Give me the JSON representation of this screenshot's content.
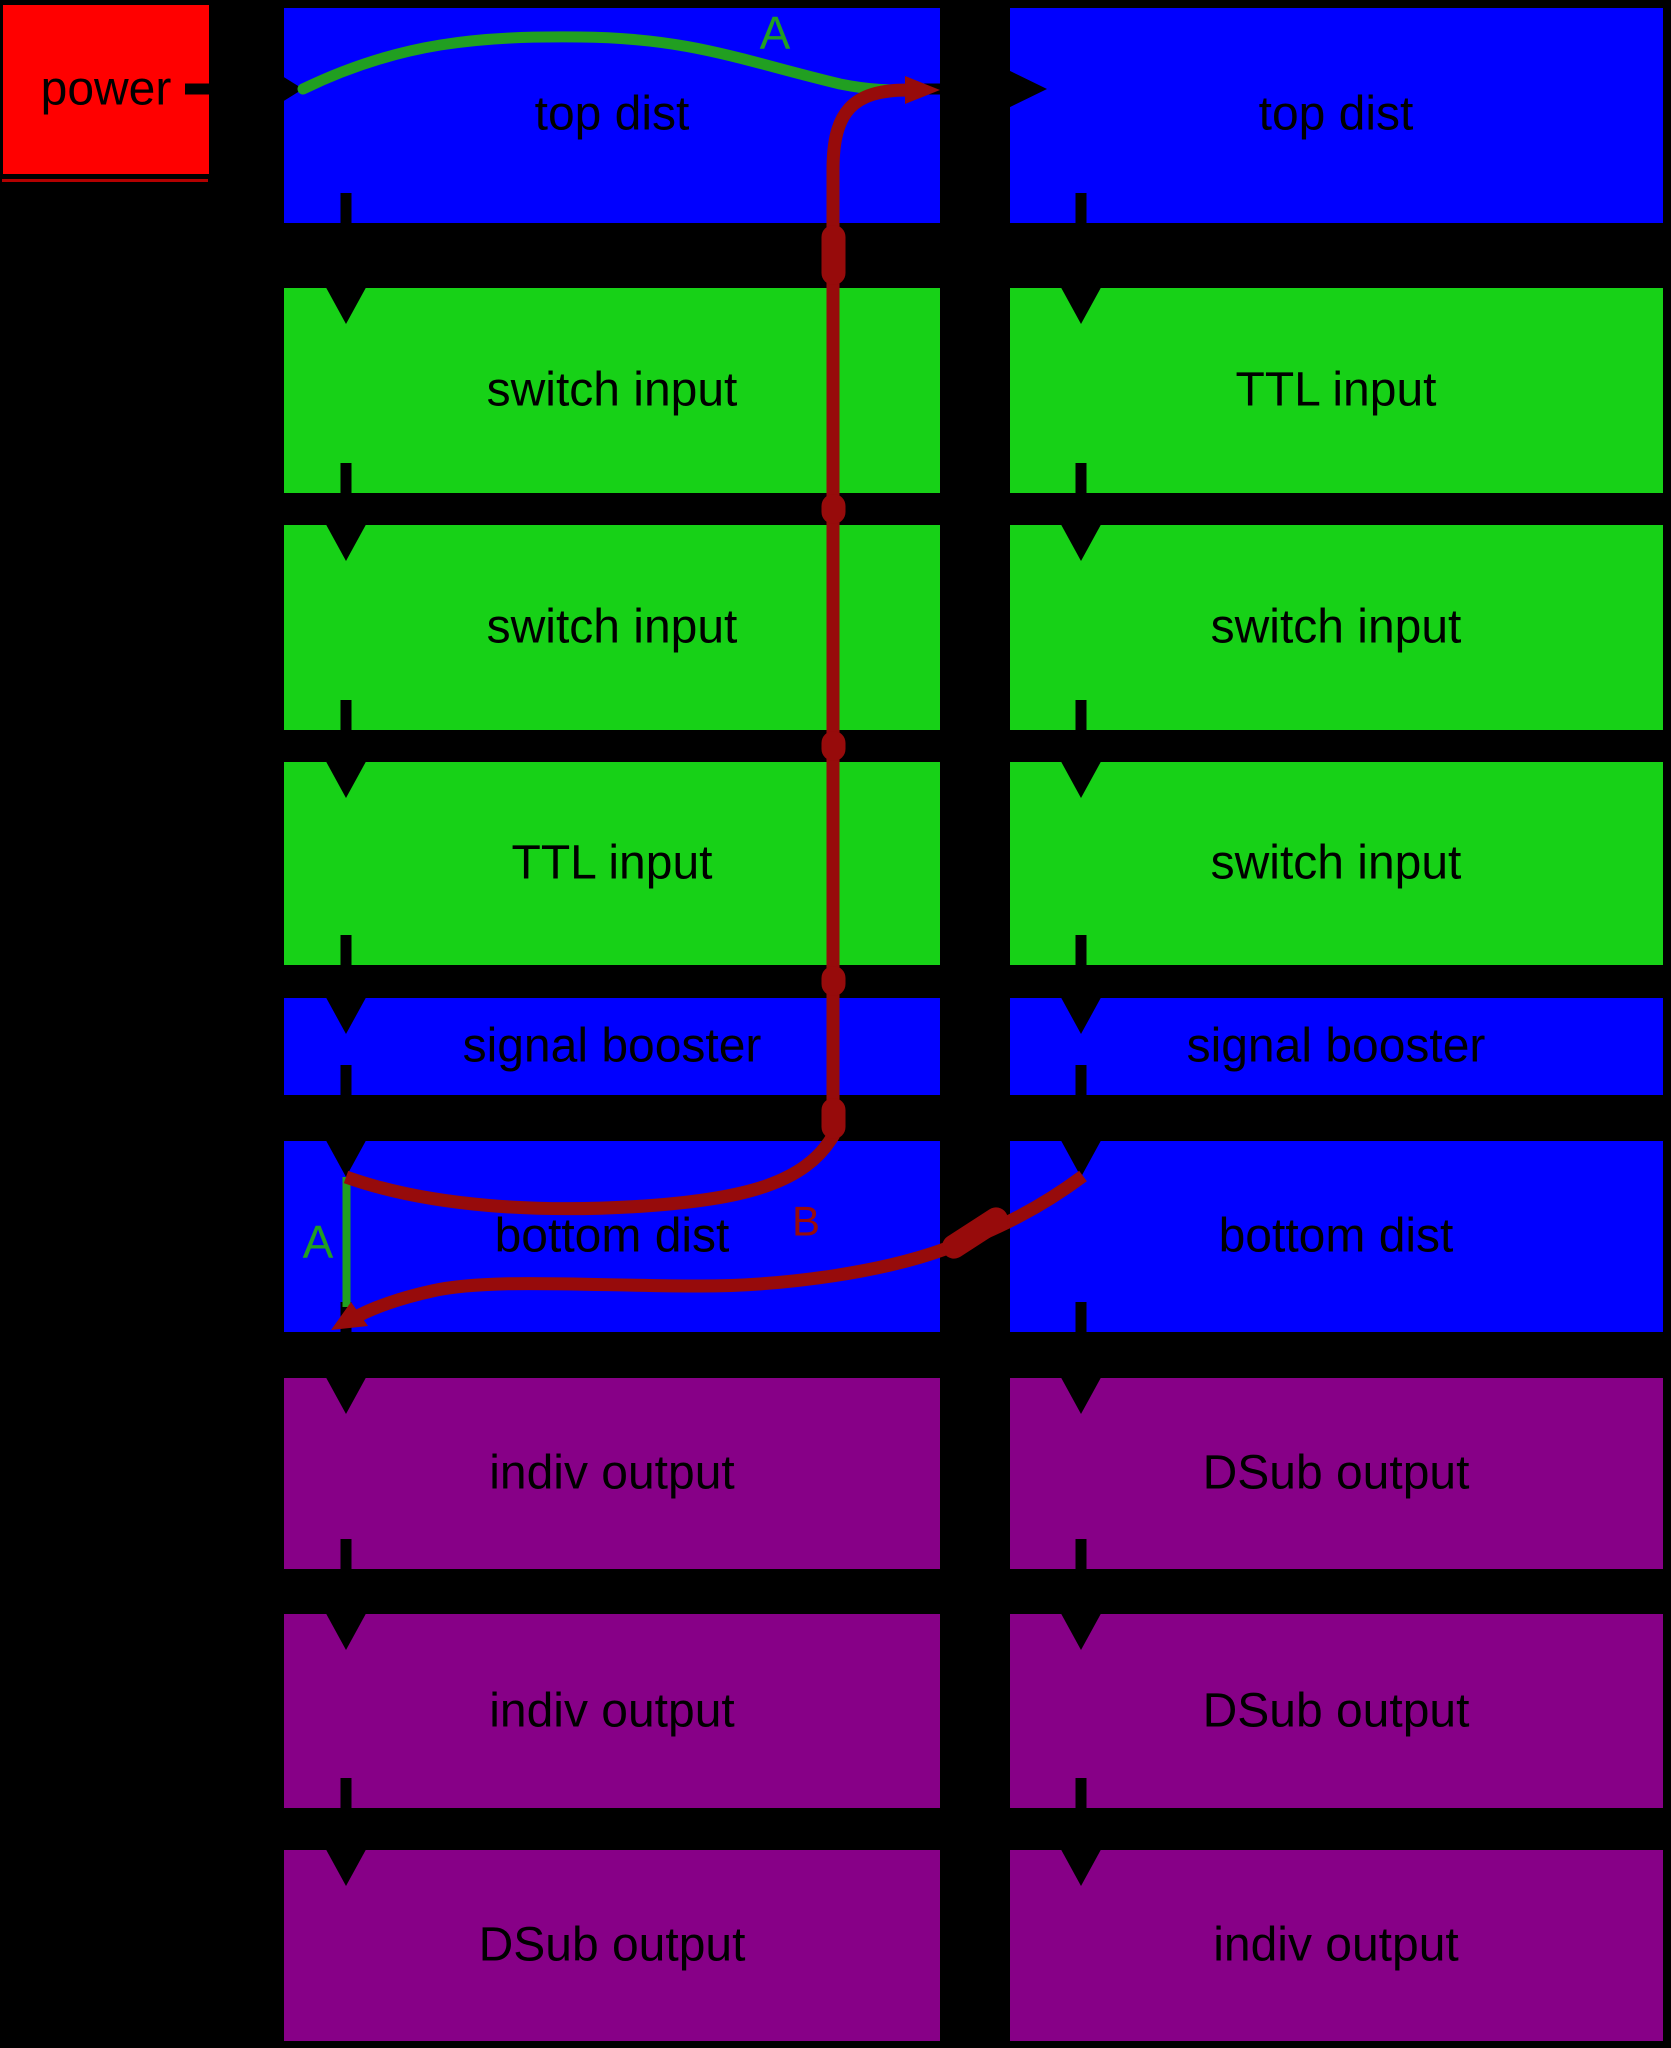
{
  "power": {
    "label": "power"
  },
  "columns": {
    "left": {
      "rows": [
        "top dist",
        "switch input",
        "switch input",
        "TTL input",
        "signal booster",
        "bottom dist",
        "indiv output",
        "indiv output",
        "DSub output"
      ]
    },
    "right": {
      "rows": [
        "top dist",
        "TTL input",
        "switch input",
        "switch input",
        "signal booster",
        "bottom dist",
        "DSub output",
        "DSub output",
        "indiv output"
      ]
    }
  },
  "annotations": {
    "feed_a_top": "A",
    "feed_a_bottom": "A",
    "feed_b": "B"
  },
  "colors": {
    "background": "#000000",
    "power_block": "#ff0000",
    "dist_block": "#0000ff",
    "input_block": "#17d117",
    "output_block": "#870087",
    "connector": "#000000",
    "feed_a_line": "#219f21",
    "feed_b_line": "#970b0b",
    "label_text": "#000000"
  }
}
